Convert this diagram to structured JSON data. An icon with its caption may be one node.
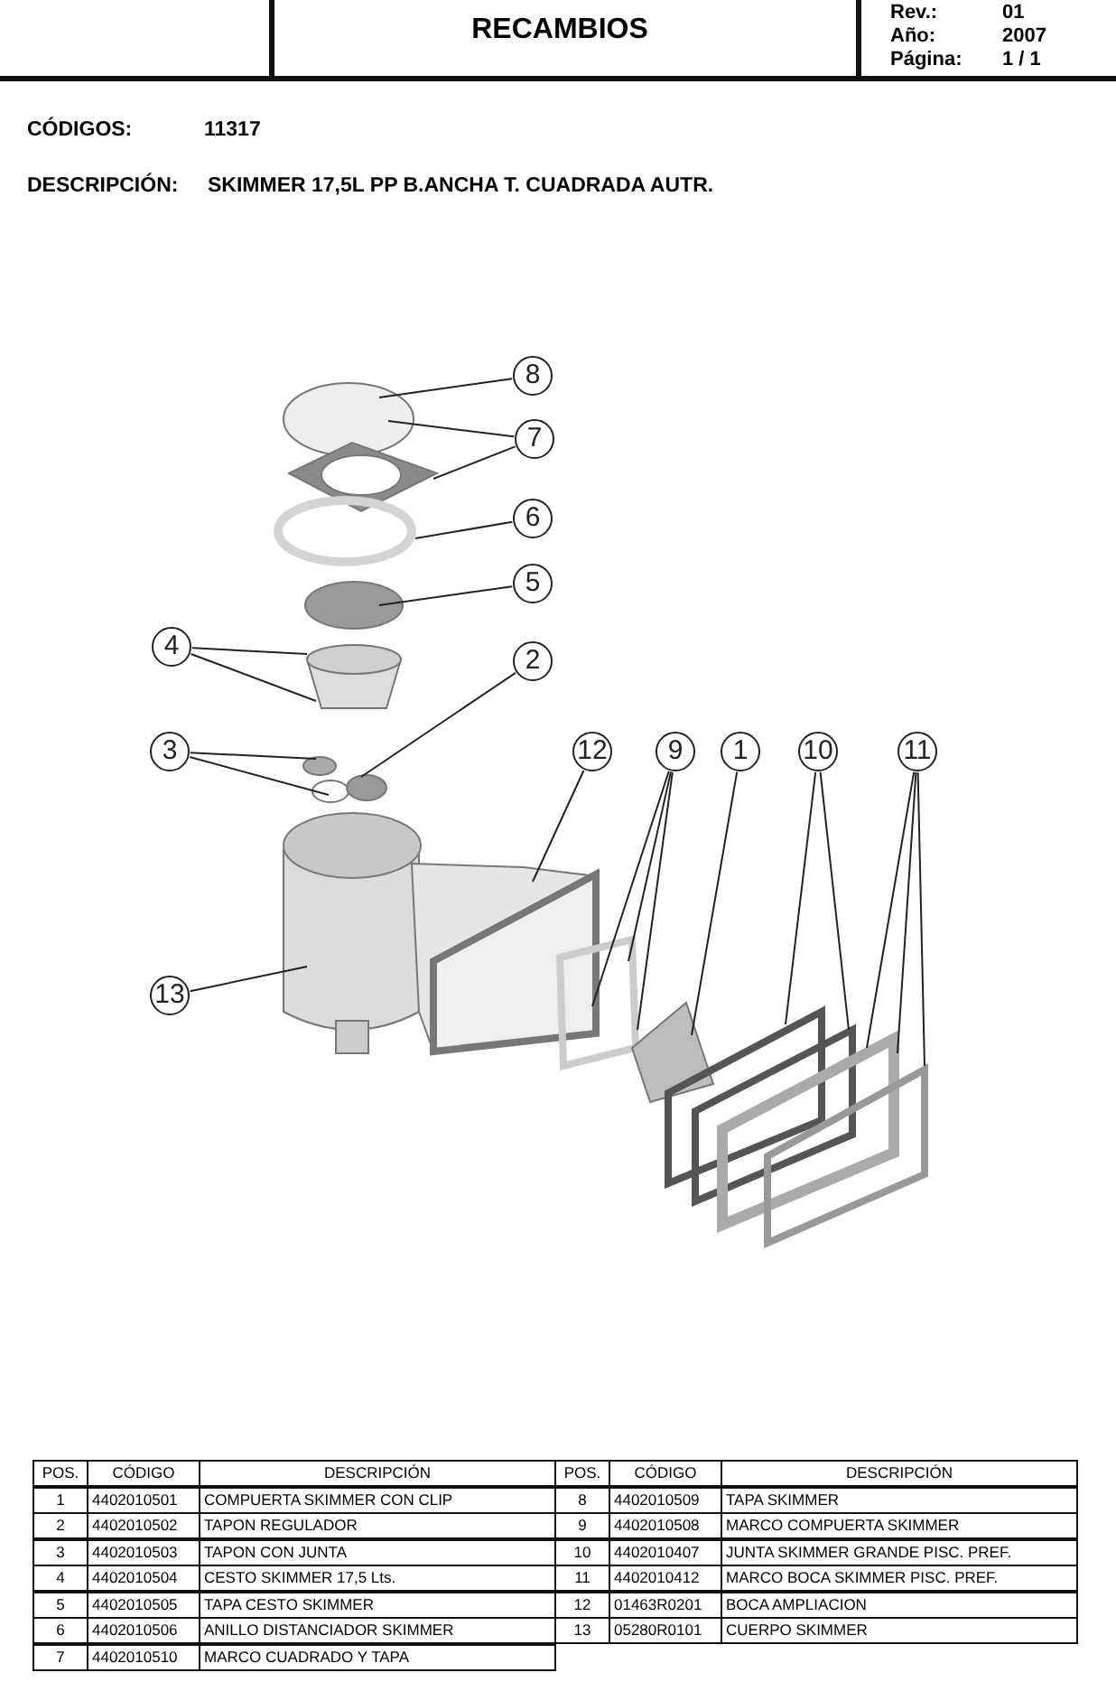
{
  "diagram": {
    "title": "RECAMBIOS",
    "nodes": [
      {
        "text": [
          "8"
        ]
      },
      {
        "text": [
          "7"
        ]
      },
      {
        "text": [
          "6"
        ]
      },
      {
        "text": [
          "5"
        ]
      },
      {
        "text": [
          "4"
        ]
      },
      {
        "text": [
          "2"
        ]
      },
      {
        "text": [
          "3"
        ]
      },
      {
        "text": [
          "12"
        ]
      },
      {
        "text": [
          "9"
        ]
      },
      {
        "text": [
          "1"
        ]
      },
      {
        "text": [
          "10"
        ]
      },
      {
        "text": [
          "11"
        ]
      },
      {
        "text": [
          "13"
        ]
      }
    ],
    "edges": [
      {
        "from": 0,
        "to": null,
        "arrow": "none"
      },
      {
        "from": 1,
        "to": null,
        "arrow": "none"
      },
      {
        "from": 1,
        "to": null,
        "arrow": "none"
      },
      {
        "from": 2,
        "to": null,
        "arrow": "none"
      },
      {
        "from": 3,
        "to": null,
        "arrow": "none"
      },
      {
        "from": 4,
        "to": null,
        "arrow": "none"
      },
      {
        "from": 4,
        "to": null,
        "arrow": "none"
      },
      {
        "from": 5,
        "to": null,
        "arrow": "none"
      },
      {
        "from": 6,
        "to": null,
        "arrow": "none"
      },
      {
        "from": 6,
        "to": null,
        "arrow": "none"
      },
      {
        "from": 7,
        "to": null,
        "arrow": "none"
      },
      {
        "from": 8,
        "to": null,
        "arrow": "none"
      },
      {
        "from": 8,
        "to": null,
        "arrow": "none"
      },
      {
        "from": 8,
        "to": null,
        "arrow": "none"
      },
      {
        "from": 9,
        "to": null,
        "arrow": "none"
      },
      {
        "from": 10,
        "to": null,
        "arrow": "none"
      },
      {
        "from": 10,
        "to": null,
        "arrow": "none"
      },
      {
        "from": 11,
        "to": null,
        "arrow": "none"
      },
      {
        "from": 11,
        "to": null,
        "arrow": "none"
      },
      {
        "from": 11,
        "to": null,
        "arrow": "none"
      },
      {
        "from": 12,
        "to": null,
        "arrow": "none"
      }
    ],
    "labels": [
      "Rev.:",
      "01",
      "Año:",
      "2007",
      "Página:",
      "1 / 1",
      "CÓDIGOS:",
      "11317",
      "DESCRIPCIÓN:",
      "SKIMMER 17,5L PP B.ANCHA T. CUADRADA AUTR.",
      "POS.",
      "CÓDIGO",
      "DESCRIPCIÓN",
      "POS.",
      "CÓDIGO",
      "DESCRIPCIÓN",
      "1",
      "4402010501",
      "COMPUERTA SKIMMER CON CLIP",
      "8",
      "4402010509",
      "TAPA SKIMMER",
      "2",
      "4402010502",
      "TAPON REGULADOR",
      "9",
      "4402010508",
      "MARCO COMPUERTA SKIMMER",
      "3",
      "4402010503",
      "TAPON CON JUNTA",
      "10",
      "4402010407",
      "JUNTA SKIMMER GRANDE PISC. PREF.",
      "4",
      "4402010504",
      "CESTO SKIMMER 17,5 Lts.",
      "11",
      "4402010412",
      "MARCO BOCA SKIMMER PISC. PREF.",
      "5",
      "4402010505",
      "TAPA CESTO SKIMMER",
      "12",
      "01463R0201",
      "BOCA AMPLIACION",
      "6",
      "4402010506",
      "ANILLO DISTANCIADOR SKIMMER",
      "13",
      "05280R0101",
      "CUERPO SKIMMER",
      "7",
      "4402010510",
      "MARCO CUADRADO Y TAPA"
    ]
  }
}
